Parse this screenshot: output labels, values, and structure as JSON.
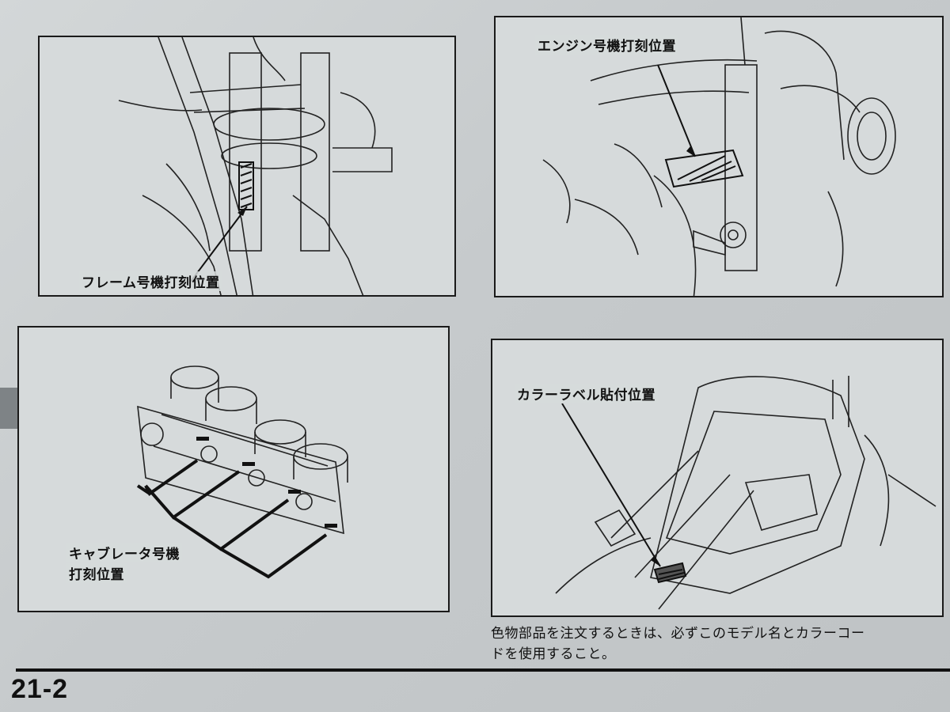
{
  "panels": {
    "frame": {
      "label": "フレーム号機打刻位置"
    },
    "engine": {
      "label": "エンジン号機打刻位置"
    },
    "carburetor": {
      "label_line1": "キャブレータ号機",
      "label_line2": "打刻位置"
    },
    "color_label": {
      "label": "カラーラベル貼付位置"
    }
  },
  "note": {
    "line1": "色物部品を注文するときは、必ずこのモデル名とカラーコー",
    "line2": "ドを使用すること。"
  },
  "footer": {
    "page_number": "21-2"
  },
  "icons": [
    "frame-illustration",
    "engine-illustration",
    "carburetor-illustration",
    "seat-area-illustration"
  ]
}
